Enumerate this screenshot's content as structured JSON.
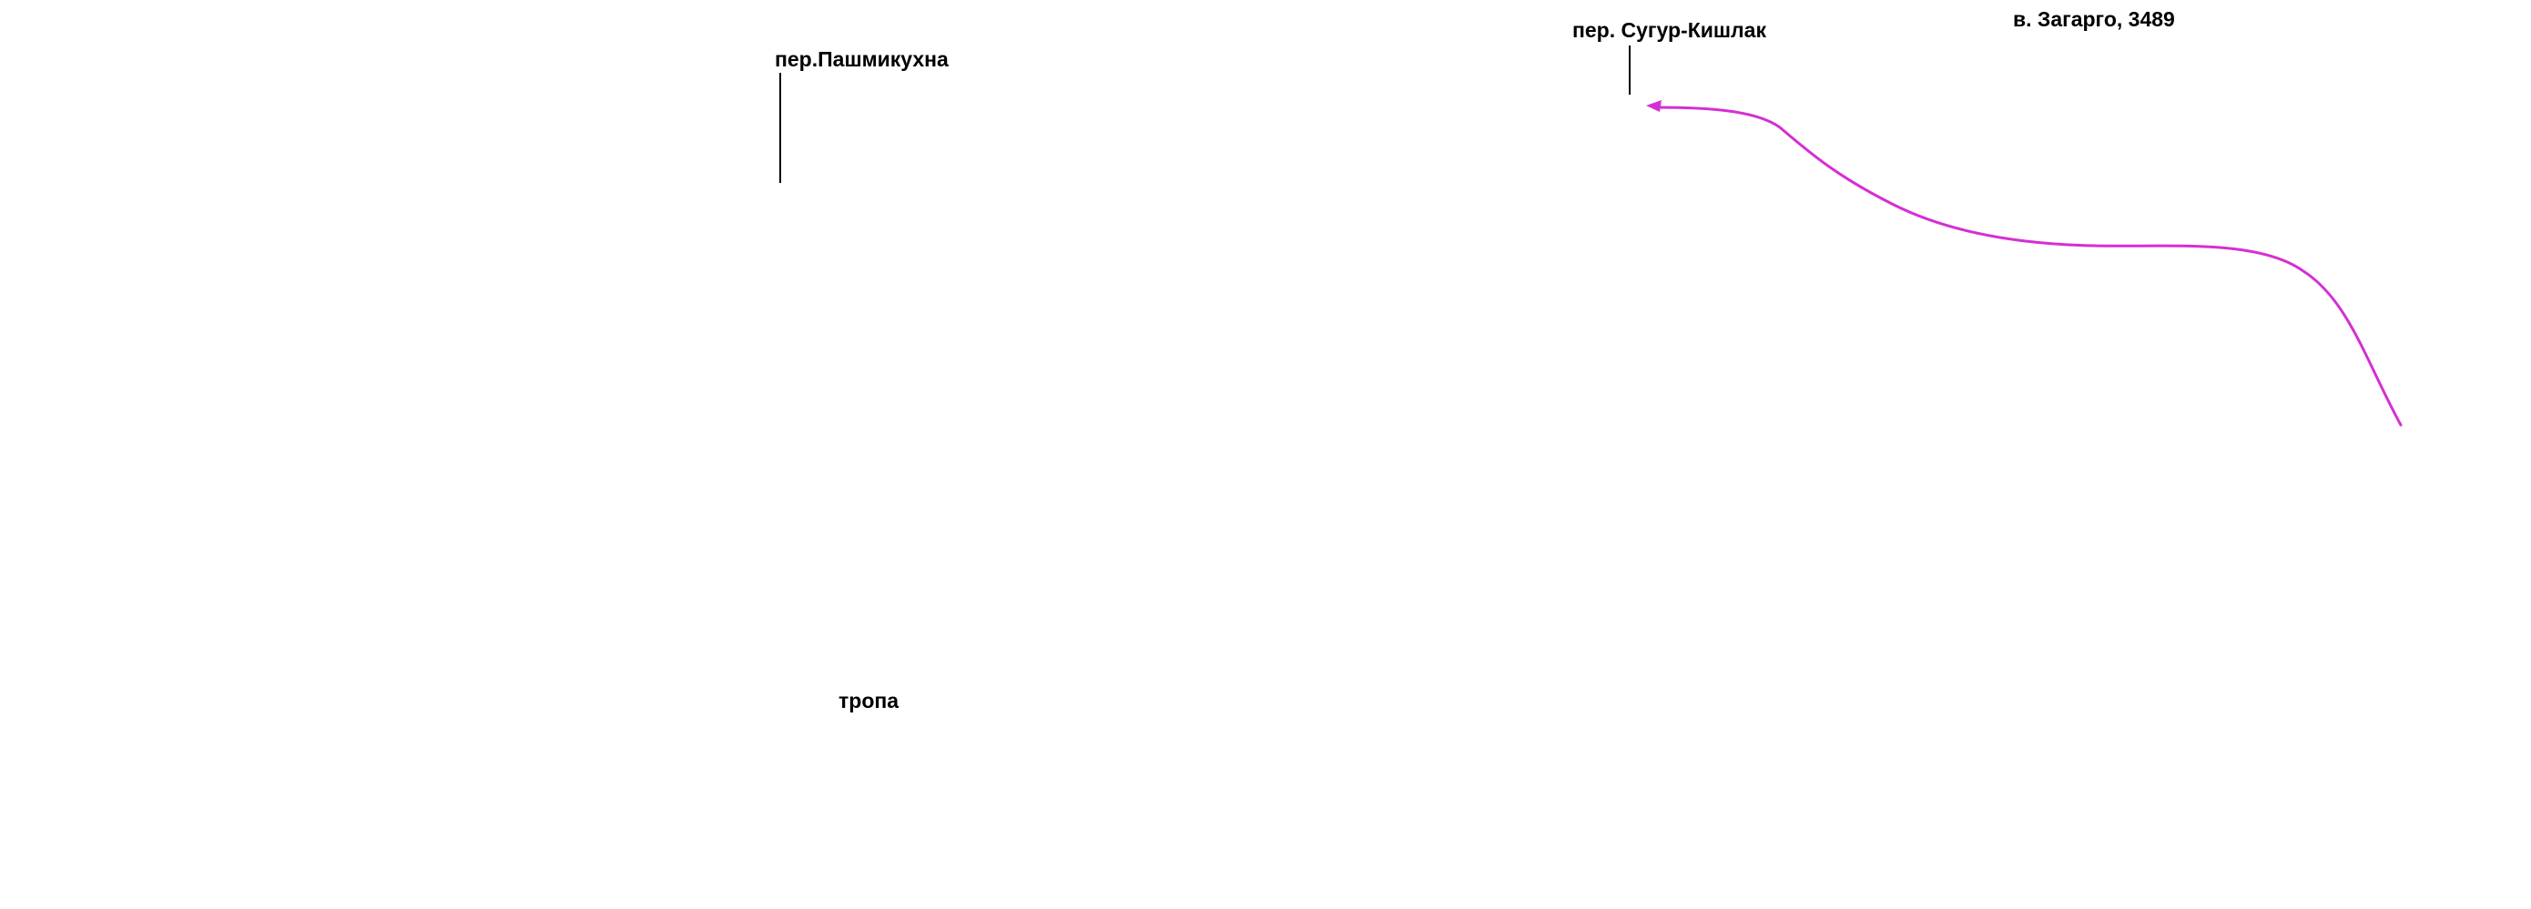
{
  "map": {
    "labels": {
      "pass_pashmikukhna": "пер.Пашмикухна",
      "pass_sugur_kishlak": "пер. Сугур-Кишлак",
      "peak_zagargo": "в. Загарго, 3489",
      "trail": "тропа"
    },
    "route_color": "#d42fd4",
    "pointer_color": "#000000"
  }
}
